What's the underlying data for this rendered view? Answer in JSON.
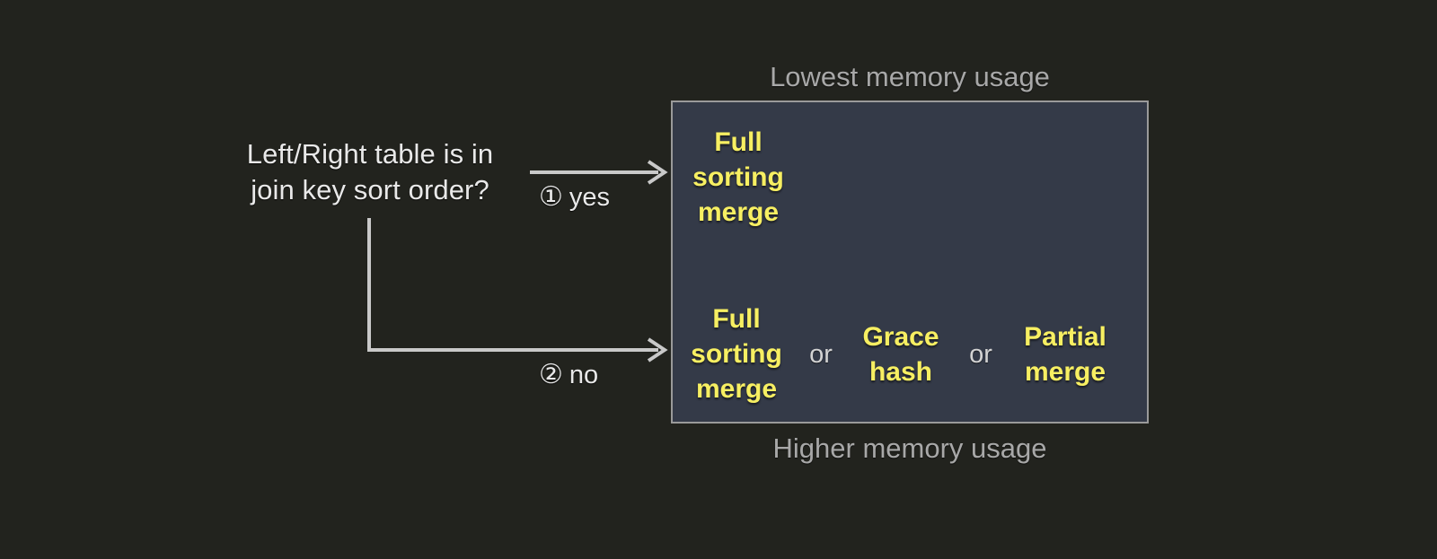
{
  "colors": {
    "background": "#22231e",
    "box_fill": "#343a48",
    "box_border": "#9a9a9a",
    "highlight_text": "#f7ef62",
    "primary_text": "#e9e9e9",
    "muted_text": "#a8a8a8",
    "connector": "#c9c9c9"
  },
  "decision": {
    "question_line_1": "Left/Right table is in",
    "question_line_2": "join key sort order?",
    "question": "Left/Right table is in join key sort order?"
  },
  "branches": [
    {
      "marker": "①",
      "label": "yes"
    },
    {
      "marker": "②",
      "label": "no"
    }
  ],
  "captions": {
    "top": "Lowest memory usage",
    "bottom": "Higher memory usage"
  },
  "result_box": {
    "primary_row": {
      "options": [
        {
          "text": "Full\nsorting\nmerge"
        }
      ]
    },
    "alternatives_row": {
      "separator": "or",
      "options": [
        {
          "text": "Full\nsorting\nmerge"
        },
        {
          "text": "Grace\nhash"
        },
        {
          "text": "Partial\nmerge"
        }
      ]
    }
  }
}
